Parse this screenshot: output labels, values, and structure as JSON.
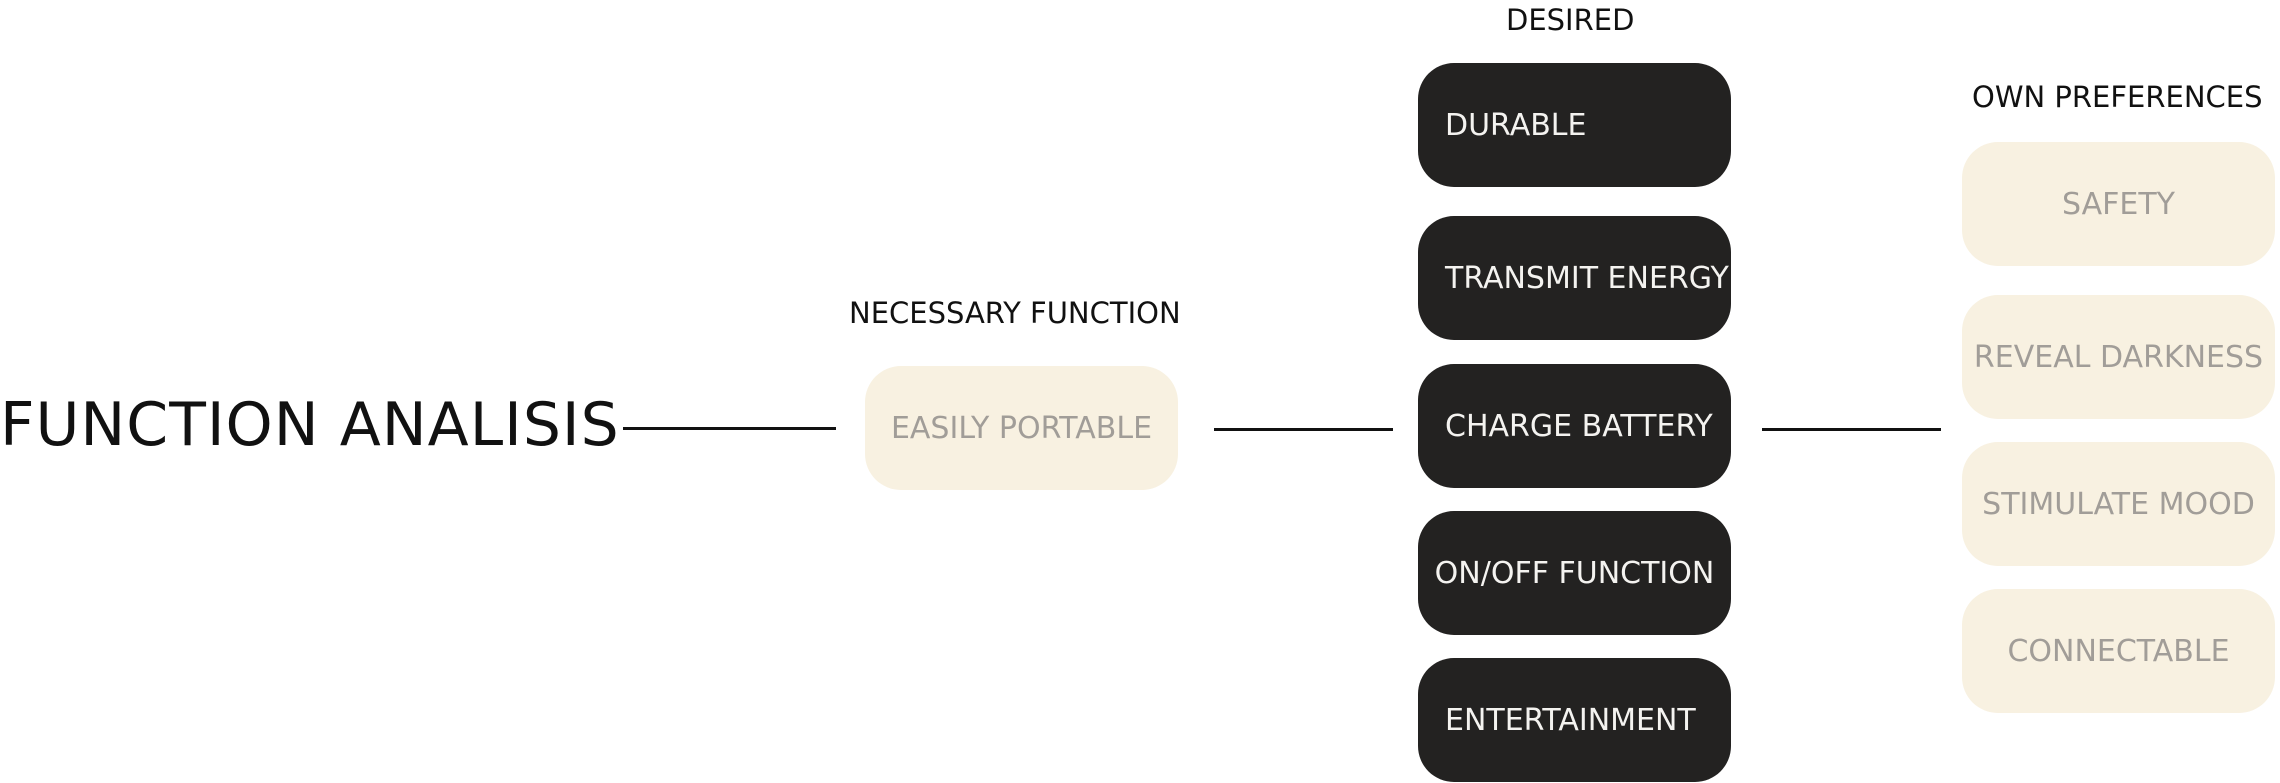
{
  "diagram": {
    "title": "FUNCTION ANALISIS",
    "necessary": {
      "heading": "NECESSARY FUNCTION",
      "items": [
        "EASILY PORTABLE"
      ]
    },
    "desired": {
      "heading": "DESIRED",
      "items": [
        "DURABLE",
        "TRANSMIT ENERGY",
        "CHARGE BATTERY",
        "ON/OFF FUNCTION",
        "ENTERTAINMENT"
      ]
    },
    "own_preferences": {
      "heading": "OWN PREFERENCES",
      "items": [
        "SAFETY",
        "REVEAL DARKNESS",
        "STIMULATE MOOD",
        "CONNECTABLE"
      ]
    }
  },
  "colors": {
    "dark_box": "#232221",
    "dark_box_text": "#f4f3f0",
    "light_box": "#f8f1e1",
    "light_box_text": "#a19d98",
    "line": "#111111"
  }
}
